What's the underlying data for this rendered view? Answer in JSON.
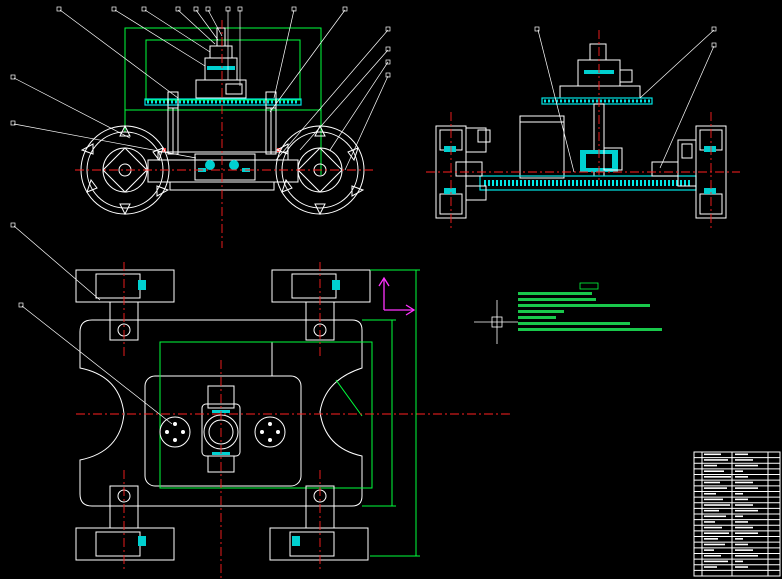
{
  "drawing": {
    "background": "#000000",
    "line_color": "#ffffff",
    "accent_cyan": "#00e5e5",
    "accent_green": "#00ff3c",
    "centerline_red": "#ff2020",
    "ucs_magenta": "#ff33ff"
  },
  "views": {
    "front": "front-elevation",
    "side": "side-elevation",
    "plan": "plan-view"
  },
  "title_block": {
    "rows": 22,
    "columns": 4
  },
  "ucs_icon": "ucs-axis-icon"
}
